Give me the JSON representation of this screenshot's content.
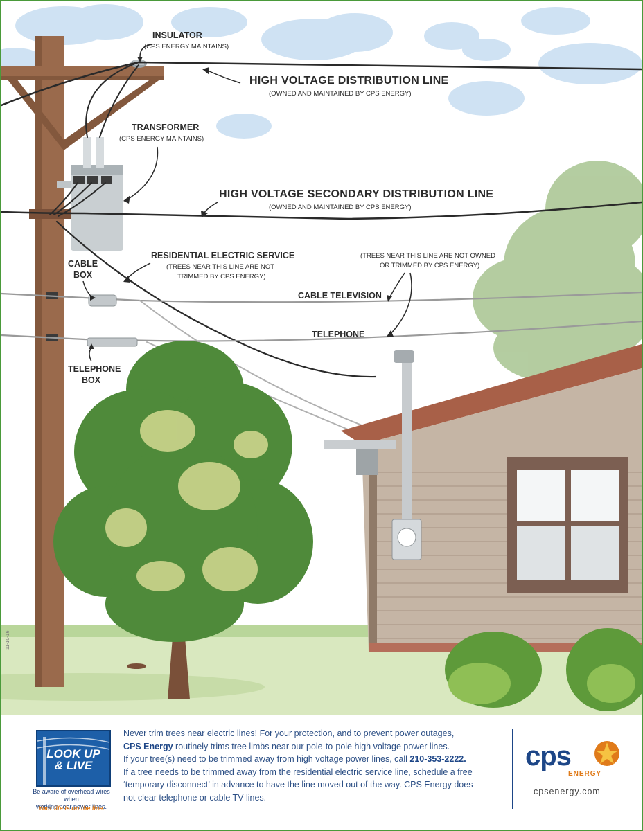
{
  "labels": {
    "insulator_title": "INSULATOR",
    "insulator_note": "(CPS ENERGY MAINTAINS)",
    "hv_line_title": "HIGH VOLTAGE DISTRIBUTION LINE",
    "hv_line_note": "(OWNED AND MAINTAINED BY CPS ENERGY)",
    "transformer_title": "TRANSFORMER",
    "transformer_note": "(CPS ENERGY MAINTAINS)",
    "secondary_title": "HIGH VOLTAGE SECONDARY DISTRIBUTION LINE",
    "secondary_note": "(OWNED AND MAINTAINED BY CPS ENERGY)",
    "residential_title": "RESIDENTIAL ELECTRIC SERVICE",
    "residential_note_1": "(TREES NEAR THIS LINE ARE NOT",
    "residential_note_2": "TRIMMED BY CPS ENERGY)",
    "trees_note_1": "(TREES NEAR THIS LINE ARE NOT OWNED",
    "trees_note_2": "OR TRIMMED BY CPS ENERGY)",
    "cable_box_1": "CABLE",
    "cable_box_2": "BOX",
    "cable_tv": "CABLE TELEVISION",
    "telephone": "TELEPHONE",
    "telephone_box_1": "TELEPHONE",
    "telephone_box_2": "BOX",
    "side_code": "11-10-16"
  },
  "footer": {
    "logo_line1": "LOOK UP",
    "logo_line2": "& LIVE",
    "logo_caption_1": "Be aware of overhead wires when",
    "logo_caption_2": "working near power lines.",
    "logo_tagline": "Your life is on the line.",
    "notice_1": "Never trim trees near electric lines! For your protection, and to prevent power outages,",
    "notice_2_bold": "CPS Energy",
    "notice_2_rest": " routinely trims tree limbs near our pole-to-pole high voltage power lines.",
    "notice_3": "If your tree(s) need to be trimmed away from high voltage power lines, call ",
    "notice_3_phone": "210-353-2222.",
    "notice_4": "If a tree needs to be trimmed away from the residential electric service line, schedule a free",
    "notice_5": "‘temporary disconnect’ in advance to have the line moved out of the way. CPS Energy does",
    "notice_6": "not clear telephone or cable TV lines.",
    "brand_name": "cps",
    "brand_sub": "ENERGY",
    "brand_url": "cpsenergy.com"
  },
  "colors": {
    "frame": "#4a9a3a",
    "brand_blue": "#1d4687",
    "brand_orange": "#e07b1a",
    "pole": "#9a6a4c",
    "house_brick": "#b9a898",
    "roof": "#a86048"
  }
}
